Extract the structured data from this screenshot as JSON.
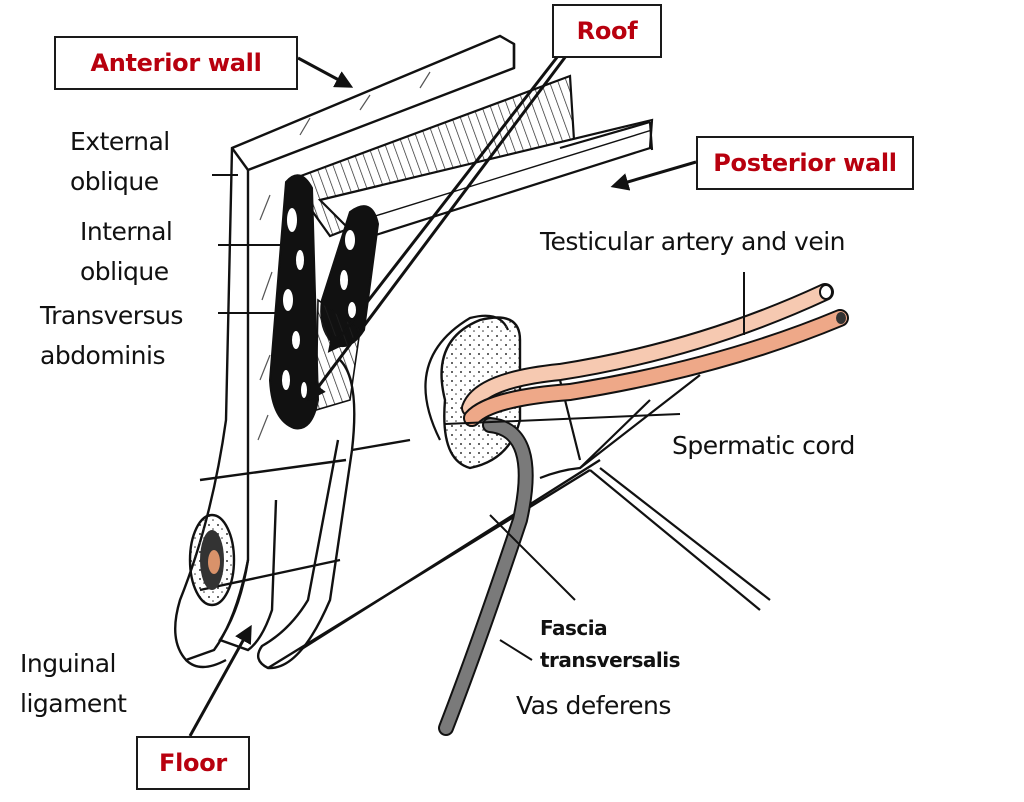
{
  "title": "Inguinal canal walls diagram",
  "colors": {
    "box_text": "#b8000e",
    "label_text": "#111111",
    "line": "#111111",
    "artery": "#f6c9b1",
    "vein": "#eea888",
    "vas_deferens": "#7a7a7a"
  },
  "boxes": {
    "anterior_wall": "Anterior wall",
    "roof": "Roof",
    "posterior_wall": "Posterior wall",
    "floor": "Floor"
  },
  "labels": {
    "external_oblique_1": "External",
    "external_oblique_2": "oblique",
    "internal_oblique_1": "Internal",
    "internal_oblique_2": "oblique",
    "transversus_1": "Transversus",
    "transversus_2": "abdominis",
    "testicular": "Testicular artery and vein",
    "spermatic_cord": "Spermatic cord",
    "fascia_1": "Fascia",
    "fascia_2": "transversalis",
    "vas_deferens": "Vas deferens",
    "inguinal_1": "Inguinal",
    "inguinal_2": "ligament"
  }
}
